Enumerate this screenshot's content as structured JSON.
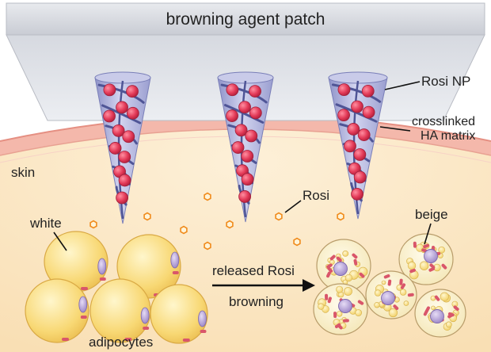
{
  "patch": {
    "title": "browning agent patch"
  },
  "labels": {
    "rosi_np": "Rosi NP",
    "matrix_line1": "crosslinked",
    "matrix_line2": "HA matrix",
    "skin": "skin",
    "rosi": "Rosi",
    "white": "white",
    "beige": "beige",
    "adipocytes": "adipocytes",
    "released_rosi": "released Rosi",
    "browning": "browning"
  },
  "colors": {
    "patch": "#c9ccd6",
    "needle": "#b6b9e2",
    "matrix": "#4f5596",
    "nanoparticle": "#e33a58",
    "skin": "#f2b2a6",
    "tissue": "#fbe6c4",
    "white_adipocyte": "#f7d46a",
    "nucleus": "#b8a6d9",
    "mitochondria": "#d9566a",
    "rosi_molecule": "#f08a1a"
  },
  "icons": [
    "rosi-hexagon-icon",
    "arrow-right-icon"
  ]
}
